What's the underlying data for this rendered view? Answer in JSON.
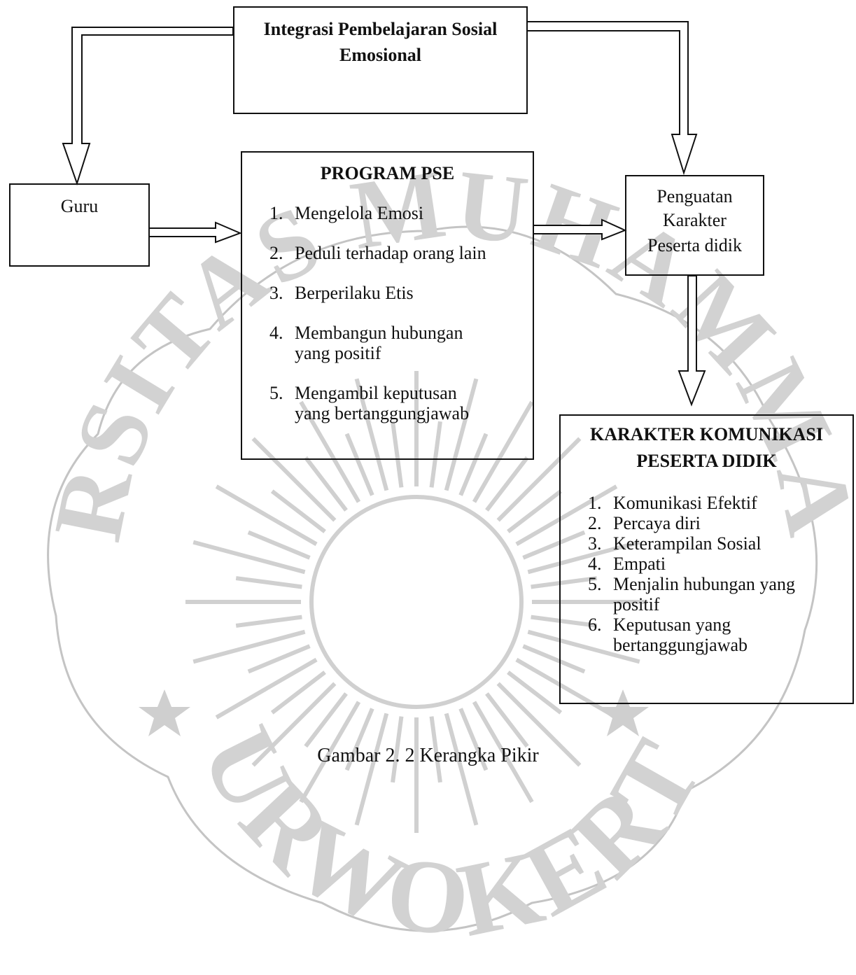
{
  "diagram": {
    "top_box": {
      "title_line1": "Integrasi Pembelajaran Sosial",
      "title_line2": "Emosional"
    },
    "guru_box": {
      "label": "Guru"
    },
    "pse_box": {
      "title": "PROGRAM PSE",
      "items": [
        {
          "num": "1.",
          "line1": "Mengelola Emosi",
          "line2": ""
        },
        {
          "num": "2.",
          "line1": "Peduli terhadap orang lain",
          "line2": ""
        },
        {
          "num": "3.",
          "line1": "Berperilaku Etis",
          "line2": ""
        },
        {
          "num": "4.",
          "line1": "Membangun hubungan",
          "line2": "yang positif"
        },
        {
          "num": "5.",
          "line1": "Mengambil keputusan",
          "line2": "yang bertanggungjawab"
        }
      ]
    },
    "penguatan_box": {
      "line1": "Penguatan",
      "line2": "Karakter",
      "line3": "Peserta didik"
    },
    "karakter_box": {
      "title_line1": "KARAKTER KOMUNIKASI",
      "title_line2": "PESERTA DIDIK",
      "items": [
        {
          "num": "1.",
          "line1": "Komunikasi Efektif",
          "line2": ""
        },
        {
          "num": "2.",
          "line1": "Percaya diri",
          "line2": ""
        },
        {
          "num": "3.",
          "line1": "Keterampilan Sosial",
          "line2": ""
        },
        {
          "num": "4.",
          "line1": "Empati",
          "line2": ""
        },
        {
          "num": "5.",
          "line1": "Menjalin hubungan yang",
          "line2": "positif"
        },
        {
          "num": "6.",
          "line1": "Keputusan yang",
          "line2": "bertanggungjawab"
        }
      ]
    }
  },
  "caption": "Gambar 2. 2 Kerangka Pikir",
  "watermark": {
    "top_text": "UNIVERSITAS MUHAMMADIYAH",
    "bottom_text": "PURWOKERTO",
    "color": "#9a9a9a"
  },
  "colors": {
    "line": "#111111",
    "watermark": "#b5b5b5"
  }
}
